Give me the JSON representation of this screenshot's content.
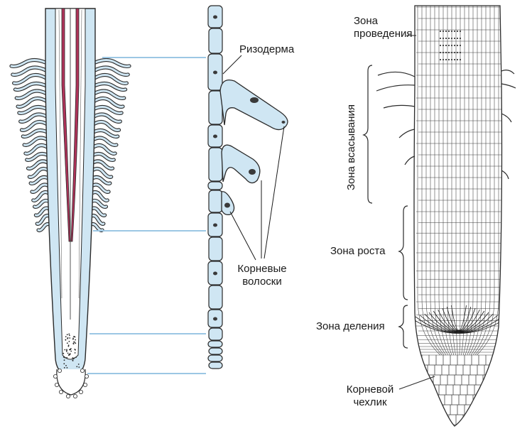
{
  "labels": {
    "rhizoderm": "Ризодерма",
    "root_hairs_line1": "Корневые",
    "root_hairs_line2": "волоски",
    "zone_conduction_line1": "Зона",
    "zone_conduction_line2": "проведения",
    "zone_absorption": "Зона всасывания",
    "zone_growth": "Зона роста",
    "zone_division": "Зона деления",
    "root_cap_line1": "Корневой",
    "root_cap_line2": "чехлик"
  },
  "colors": {
    "cortex_fill": "#cfe6f3",
    "outline": "#2a2a2a",
    "xylem": "#b0335a",
    "guide_line": "#9cc7e4",
    "cell_line": "#3a3a3a"
  }
}
